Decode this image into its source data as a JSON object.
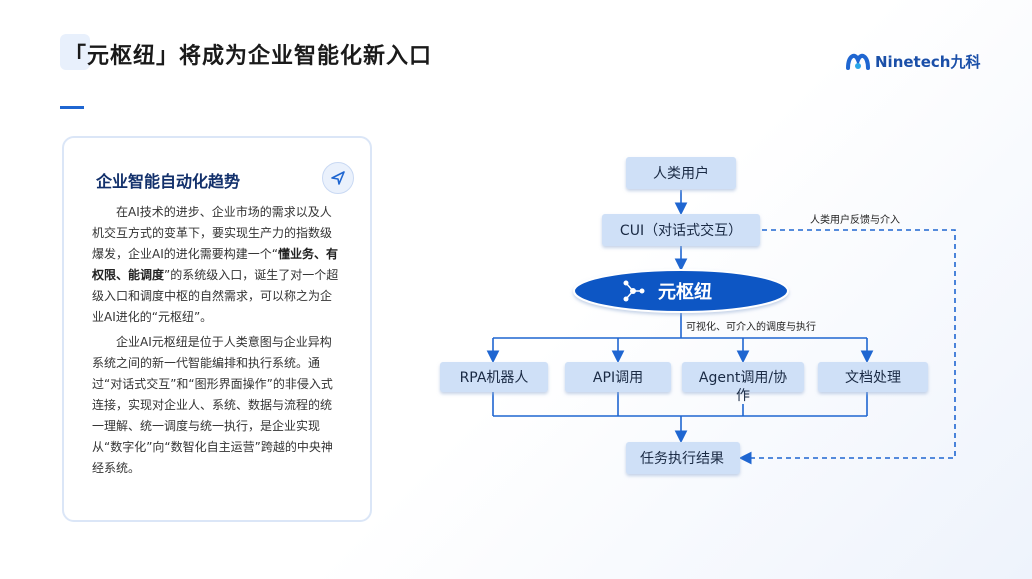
{
  "header": {
    "title": "「元枢纽」将成为企业智能化新入口",
    "logo_text": "Ninetech九科"
  },
  "card": {
    "title": "企业智能自动化趋势",
    "icon": "send-icon",
    "p1_a": "在AI技术的进步、企业市场的需求以及人机交互方式的变革下，要实现生产力的指数级爆发，企业AI的进化需要构建一个“",
    "p1_bold": "懂业务、有权限、能调度",
    "p1_b": "”的系统级入口，诞生了对一个超级入口和调度中枢的自然需求，可以称之为企业AI进化的“元枢纽”。",
    "p2": "企业AI元枢纽是位于人类意图与企业异构系统之间的新一代智能编排和执行系统。通过“对话式交互”和“图形界面操作”的非侵入式连接，实现对企业人、系统、数据与流程的统一理解、统一调度与统一执行，是企业实现从“数字化”向“数智化自主运营”跨越的中央神经系统。"
  },
  "diagram": {
    "human": "人类用户",
    "cui": "CUI（对话式交互）",
    "hub": "元枢纽",
    "hub_icon": "hub-network-icon",
    "edge_feedback": "人类用户反馈与介入",
    "edge_dispatch": "可视化、可介入的调度与执行",
    "rpa": "RPA机器人",
    "api": "API调用",
    "agent_1": "Agent调用/协",
    "agent_2": "作",
    "doc": "文档处理",
    "result": "任务执行结果"
  },
  "colors": {
    "accent": "#1f66d1",
    "node_fill": "#cfe0f7",
    "hub_fill": "#0f56c4",
    "title_dark": "#12306b"
  }
}
